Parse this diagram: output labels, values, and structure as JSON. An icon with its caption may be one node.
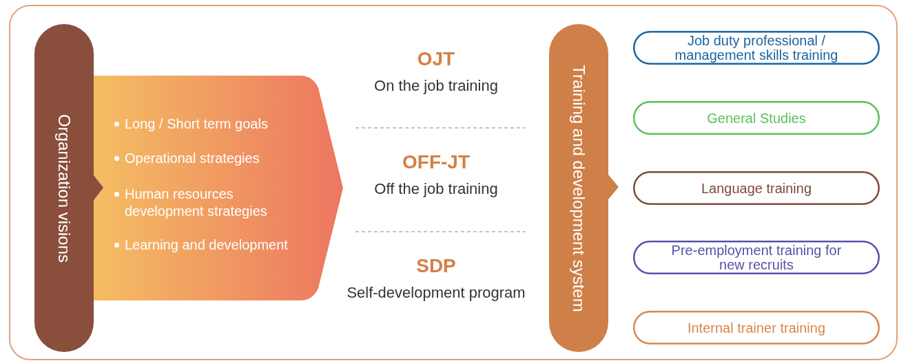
{
  "diagram": {
    "nodes": [
      {
        "text": [
          "Organization visions"
        ]
      },
      {
        "text": [
          "Long / Short term goals",
          "Operational strategies",
          "Human resources development strategies",
          "Learning and development"
        ]
      },
      {
        "text": [
          "Training and development system"
        ]
      },
      {
        "text": [
          "Job duty professional / management skills training"
        ]
      },
      {
        "text": [
          "General Studies"
        ]
      },
      {
        "text": [
          "Language training"
        ]
      },
      {
        "text": [
          "Pre-employment training for new recruits"
        ]
      },
      {
        "text": [
          "Internal trainer training"
        ]
      }
    ],
    "labels": [
      "OJT",
      "On the job training",
      "OFF-JT",
      "Off the job training",
      "SDP",
      "Self-development program"
    ]
  }
}
